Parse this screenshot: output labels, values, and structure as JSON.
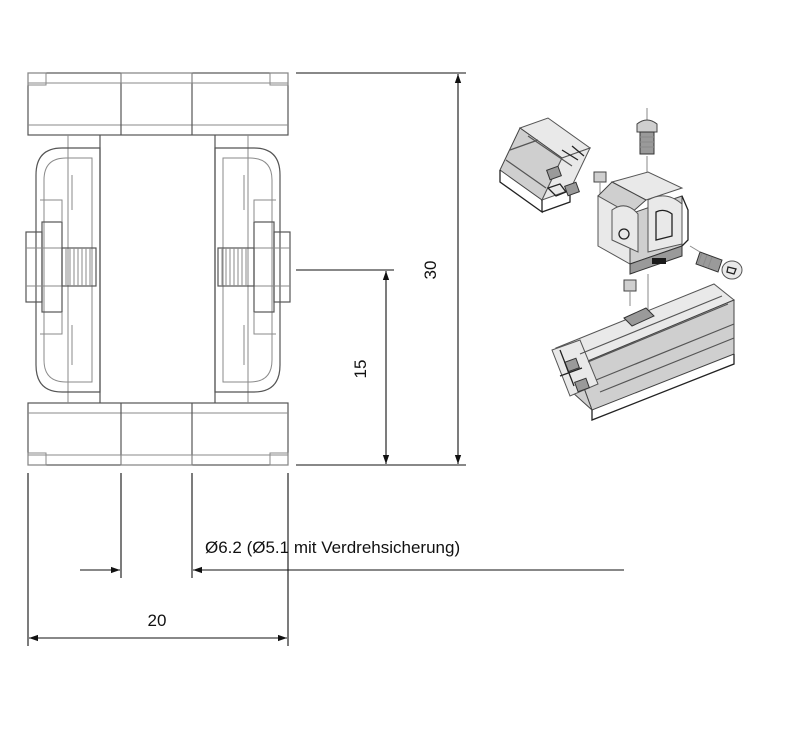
{
  "dimensions": {
    "height_total": "30",
    "height_half": "15",
    "width_total": "20",
    "bore_note": "Ø6.2 (Ø5.1 mit Verdrehsicherung)"
  },
  "colors": {
    "line": "#111111",
    "light_line": "#8a8a8a",
    "background": "#ffffff"
  }
}
